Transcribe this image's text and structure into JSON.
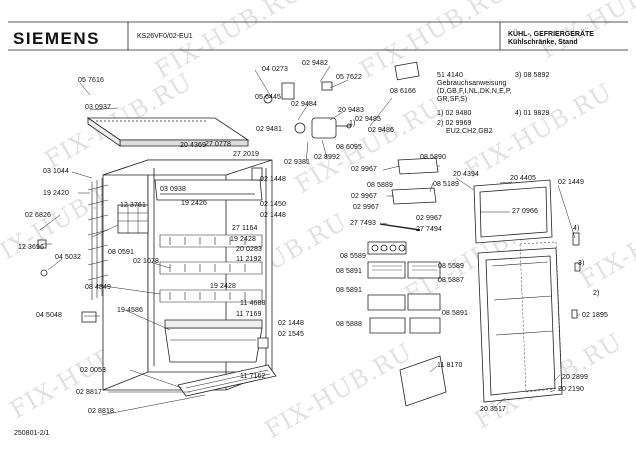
{
  "header": {
    "brand": "SIEMENS",
    "model": "KS26VF0/02-EU1",
    "title_line1": "KÜHL-, GEFRIERGERÄTE",
    "title_line2": "Kühlschränke, Stand"
  },
  "watermark": {
    "text": "FIX-HUB.RU"
  },
  "footer": {
    "drawing_id": "250801-2/1"
  },
  "legend": {
    "doc_number": "51 4140",
    "doc_title": "Gebrauchsanweisung",
    "doc_langs_1": "(D,GB,F,I,NL,DK,N,E,P,",
    "doc_langs_2": "GR,SF,S)",
    "n1": "1) 02 9480",
    "n2": "2) 02 9969",
    "n2_note": "EU2,CH2,GB2",
    "n3": "3) 08 5892",
    "n4": "4) 01 9829"
  },
  "parts": [
    {
      "id": "p1",
      "num": "05 7616"
    },
    {
      "id": "p2",
      "num": "03 0937"
    },
    {
      "id": "p3",
      "num": "20 4369"
    },
    {
      "id": "p4",
      "num": "03 1044"
    },
    {
      "id": "p5",
      "num": "19 2420"
    },
    {
      "id": "p6",
      "num": "12 3761"
    },
    {
      "id": "p7",
      "num": "03 0938"
    },
    {
      "id": "p8",
      "num": "02 6826"
    },
    {
      "id": "p9",
      "num": "12 3696"
    },
    {
      "id": "p10",
      "num": "04 5032"
    },
    {
      "id": "p11",
      "num": "08 0591"
    },
    {
      "id": "p12",
      "num": "02 1078"
    },
    {
      "id": "p13",
      "num": "08 4849"
    },
    {
      "id": "p14",
      "num": "04 5048"
    },
    {
      "id": "p15",
      "num": "19 4586"
    },
    {
      "id": "p16",
      "num": "02 0053"
    },
    {
      "id": "p17",
      "num": "02 8817"
    },
    {
      "id": "p18",
      "num": "02 8818"
    },
    {
      "id": "p19",
      "num": "04 0273"
    },
    {
      "id": "p20",
      "num": "05 6445"
    },
    {
      "id": "p21",
      "num": "02 9482"
    },
    {
      "id": "p22",
      "num": "05 7622"
    },
    {
      "id": "p23",
      "num": "02 9484"
    },
    {
      "id": "p24",
      "num": "08 6166"
    },
    {
      "id": "p25",
      "num": "20 9483"
    },
    {
      "id": "p26",
      "num": "02 9481"
    },
    {
      "id": "p27",
      "num": "02 9485"
    },
    {
      "id": "p28",
      "num": "02 9486"
    },
    {
      "id": "p29",
      "num": "08 6095"
    },
    {
      "id": "p30",
      "num": "02 9381"
    },
    {
      "id": "p31",
      "num": "02 8992"
    },
    {
      "id": "p32",
      "num": "27 0778"
    },
    {
      "id": "p33",
      "num": "27 2019"
    },
    {
      "id": "p34",
      "num": "02 1448"
    },
    {
      "id": "p35",
      "num": "19 2426"
    },
    {
      "id": "p36",
      "num": "02 1450"
    },
    {
      "id": "p37",
      "num": "02 1448"
    },
    {
      "id": "p38",
      "num": "27 1164"
    },
    {
      "id": "p39",
      "num": "19 2428"
    },
    {
      "id": "p40",
      "num": "20 0283"
    },
    {
      "id": "p41",
      "num": "11 2192"
    },
    {
      "id": "p42",
      "num": "19 2428"
    },
    {
      "id": "p43",
      "num": "11 4688"
    },
    {
      "id": "p44",
      "num": "11 7169"
    },
    {
      "id": "p45",
      "num": "02 1448"
    },
    {
      "id": "p46",
      "num": "02 1545"
    },
    {
      "id": "p47",
      "num": "11 7162"
    },
    {
      "id": "p48",
      "num": "08 5890"
    },
    {
      "id": "p49",
      "num": "02 9967"
    },
    {
      "id": "p50",
      "num": "08 5889"
    },
    {
      "id": "p51",
      "num": "08 5189"
    },
    {
      "id": "p52",
      "num": "02 9967"
    },
    {
      "id": "p53",
      "num": "02 9967"
    },
    {
      "id": "p54",
      "num": "27 7493"
    },
    {
      "id": "p55",
      "num": "02 9967"
    },
    {
      "id": "p56",
      "num": "27 7494"
    },
    {
      "id": "p57",
      "num": "08 5589"
    },
    {
      "id": "p58",
      "num": "08 5891"
    },
    {
      "id": "p59",
      "num": "08 5589"
    },
    {
      "id": "p60",
      "num": "08 5887"
    },
    {
      "id": "p61",
      "num": "08 5891"
    },
    {
      "id": "p62",
      "num": "08 5888"
    },
    {
      "id": "p63",
      "num": "08 5891"
    },
    {
      "id": "p64",
      "num": "11 8170"
    },
    {
      "id": "p65",
      "num": "20 4394"
    },
    {
      "id": "p66",
      "num": "20 4405"
    },
    {
      "id": "p67",
      "num": "02 1449"
    },
    {
      "id": "p68",
      "num": "27 0966"
    },
    {
      "id": "p69",
      "num": "02 1895"
    },
    {
      "id": "p70",
      "num": "20 3517"
    },
    {
      "id": "p71",
      "num": "20 2899"
    },
    {
      "id": "p72",
      "num": "20 2190"
    }
  ]
}
